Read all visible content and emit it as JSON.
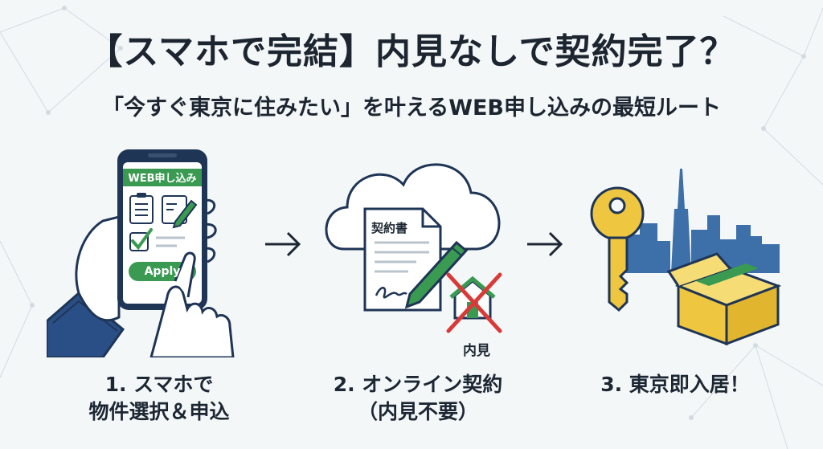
{
  "title": "【スマホで完結】内見なしで契約完了？",
  "subtitle": "「今すぐ東京に住みたい」を叶えるWEB申し込みの最短ルート",
  "steps": [
    {
      "caption_line1": "1. スマホで",
      "caption_line2": "物件選択＆申込",
      "phone_header": "WEB申し込み",
      "apply_button": "Apply",
      "icons": [
        "clipboard-icon",
        "pen-on-paper-icon",
        "checkbox-icon",
        "hand-icon"
      ]
    },
    {
      "caption_line1": "2. オンライン契約",
      "caption_line2": "（内見不要）",
      "document_label": "契約書",
      "viewing_label": "内見",
      "icons": [
        "cloud-icon",
        "document-icon",
        "pen-icon",
        "house-icon",
        "cross-icon"
      ]
    },
    {
      "caption_line1": "3. 東京即入居！",
      "icons": [
        "key-icon",
        "tokyo-skyline-icon",
        "moving-box-icon"
      ]
    }
  ],
  "colors": {
    "green": "#3a9a52",
    "navy": "#1f3556",
    "blue_city": "#3d6fa8",
    "yellow": "#efc640",
    "red_cross": "#d93a37"
  }
}
